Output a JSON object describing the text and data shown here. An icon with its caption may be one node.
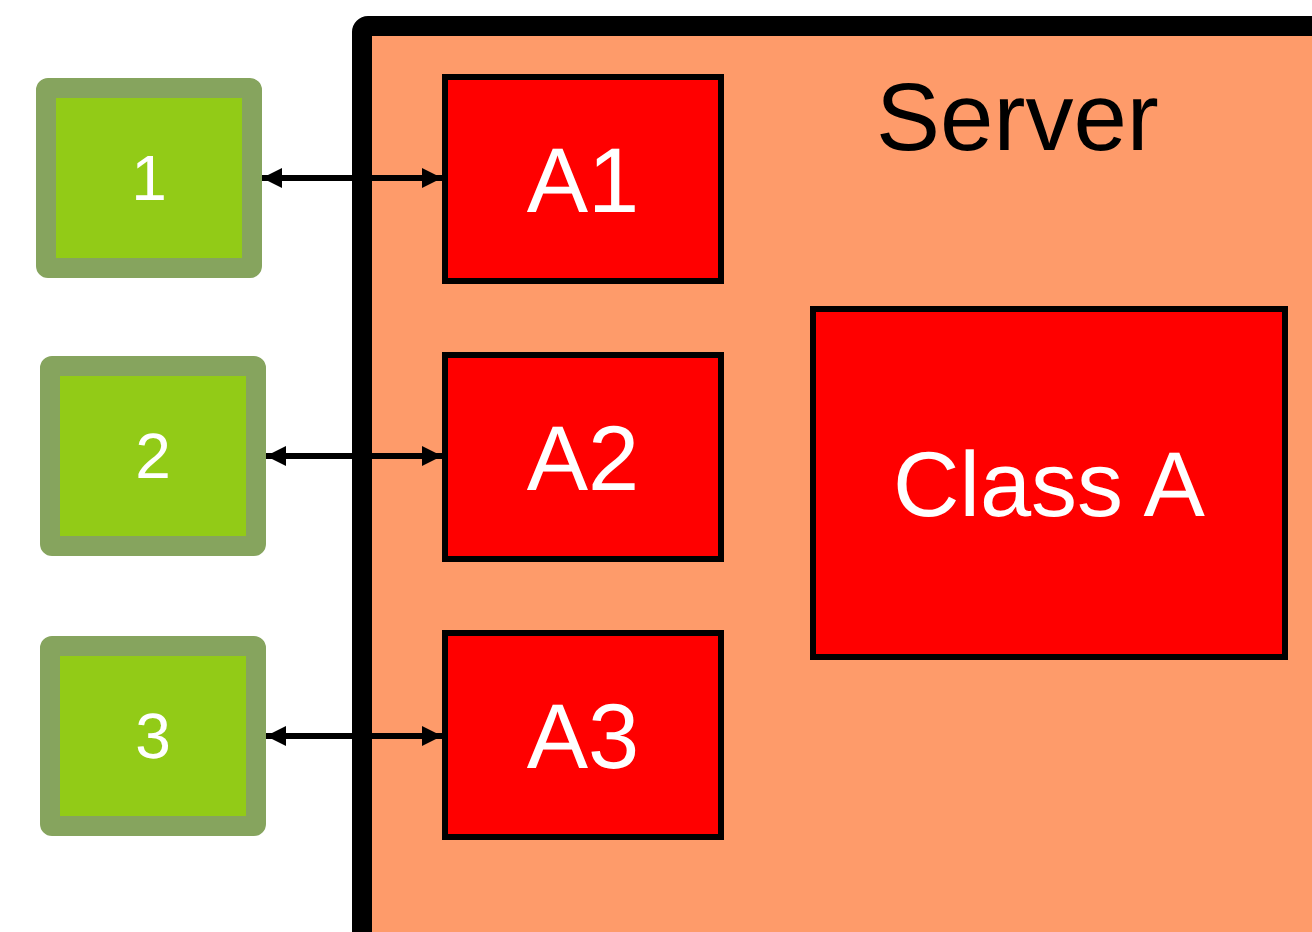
{
  "diagram": {
    "nodes": [
      {
        "text": [
          "1"
        ]
      },
      {
        "text": [
          "2"
        ]
      },
      {
        "text": [
          "3"
        ]
      },
      {
        "text": [
          "Server"
        ]
      },
      {
        "text": [
          "A1"
        ],
        "in": 3
      },
      {
        "text": [
          "A2"
        ],
        "in": 3
      },
      {
        "text": [
          "A3"
        ],
        "in": 3
      },
      {
        "text": [
          "Class A"
        ],
        "in": 3
      }
    ],
    "edges": [
      {
        "from": 0,
        "to": 4,
        "arrow": "both"
      },
      {
        "from": 1,
        "to": 5,
        "arrow": "both"
      },
      {
        "from": 2,
        "to": 6,
        "arrow": "both"
      }
    ]
  }
}
